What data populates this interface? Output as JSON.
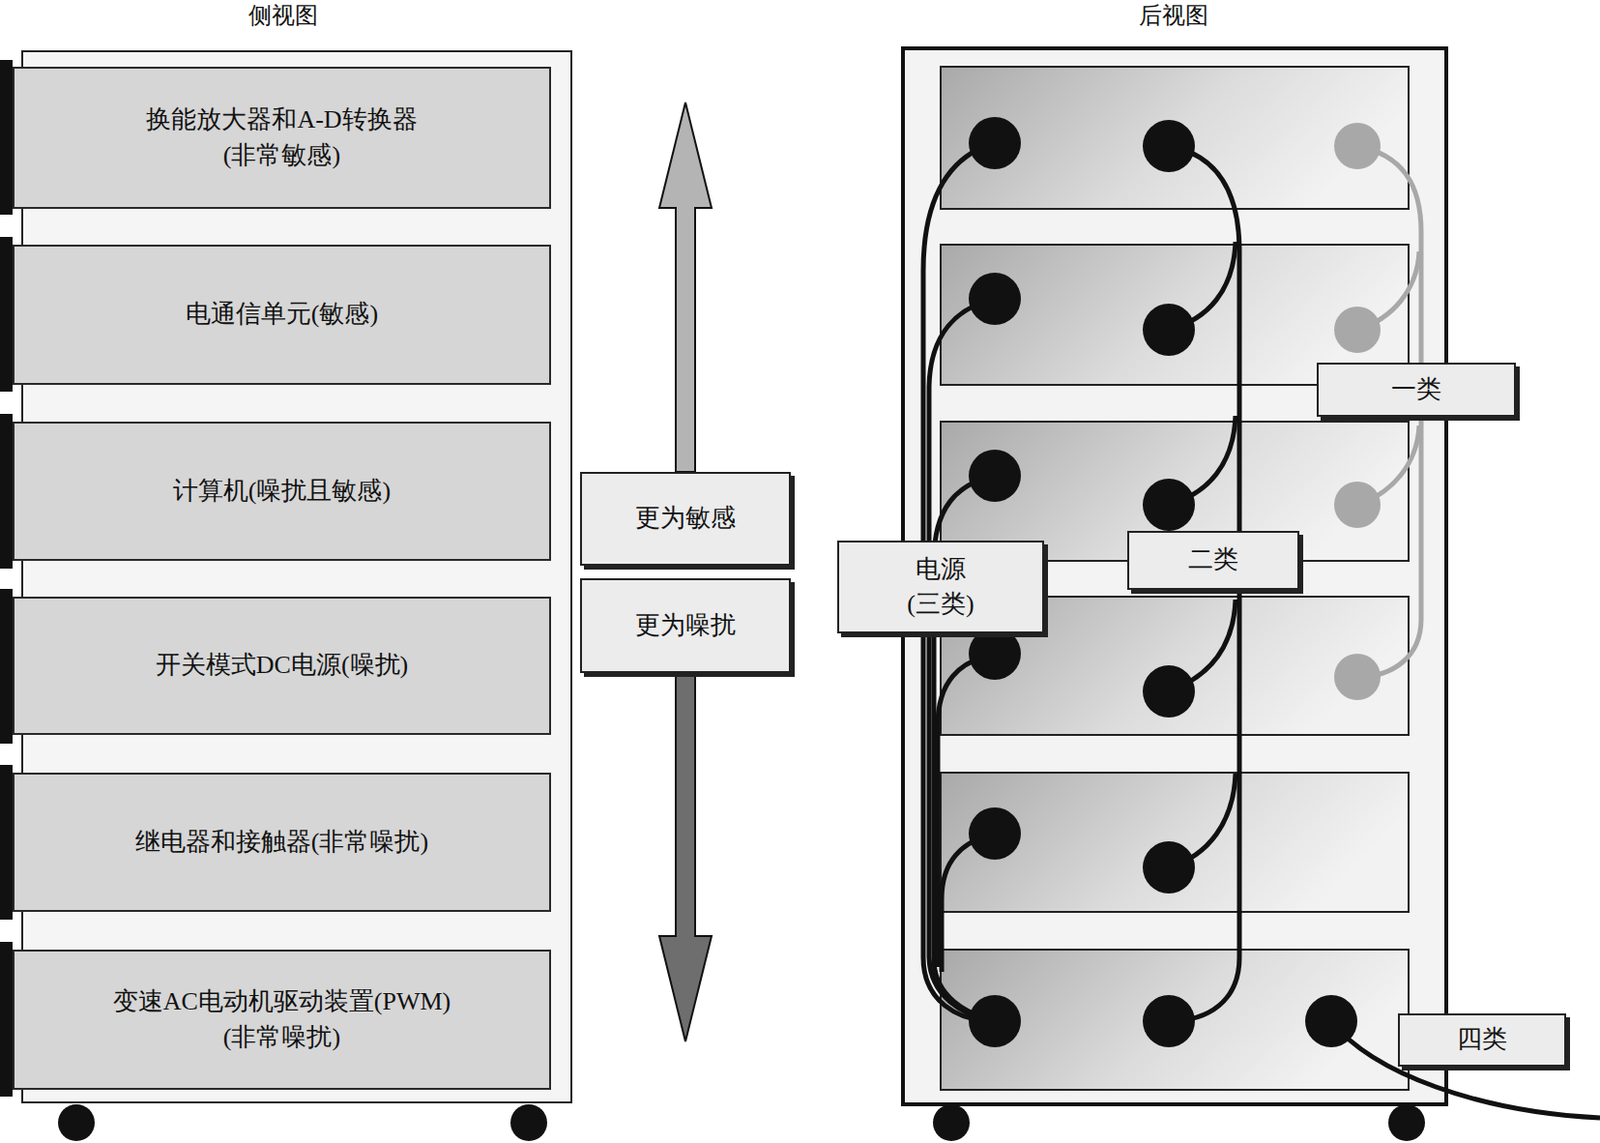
{
  "diagram": {
    "nodes": [
      {
        "text": [
          "换能放大器和A-D转换器 (非常敏感)"
        ]
      },
      {
        "text": [
          "电通信单元(敏感)"
        ]
      },
      {
        "text": [
          "计算机(噪扰且敏感)"
        ]
      },
      {
        "text": [
          "开关模式DC电源(噪扰)"
        ]
      },
      {
        "text": [
          "继电器和接触器(非常噪扰)"
        ]
      },
      {
        "text": [
          "变速AC电动机驱动装置(PWM) (非常噪扰)"
        ]
      },
      {
        "text": [
          "更为敏感"
        ]
      },
      {
        "text": [
          "更为噪扰"
        ]
      },
      {
        "text": [
          "一类"
        ]
      },
      {
        "text": [
          "二类"
        ]
      },
      {
        "text": [
          "电源 (三类)"
        ]
      },
      {
        "text": [
          "四类"
        ]
      }
    ],
    "labels": [
      "侧视图",
      "后视图"
    ]
  }
}
